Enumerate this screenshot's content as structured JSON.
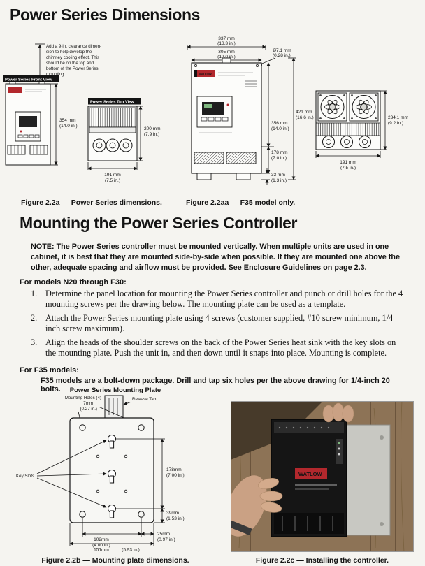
{
  "page_title": "Power Series Dimensions",
  "section_title": "Mounting the Power Series Controller",
  "fig_a": {
    "note_lines": [
      "Add a 9-in. clearance dimen-",
      "sion to help develop the",
      "chimney cooling effect. This",
      "should be on the top and",
      "bottom of the Power Series",
      "mounting"
    ],
    "front_view_label": "Power Series Front View",
    "top_view_label": "Power Series Top View",
    "dims": {
      "h354": "354 mm",
      "h354_in": "(14.0 in.)",
      "d200": "200 mm",
      "d200_in": "(7.9 in.)",
      "w191": "191 mm",
      "w191_in": "(7.5 in.)"
    },
    "caption": "Figure 2.2a — Power Series dimensions."
  },
  "fig_aa": {
    "brand": "WATLOW",
    "dims": {
      "w337": "337 mm",
      "w337_in": "(13.3 in.)",
      "w305": "305 mm",
      "w305_in": "(12.0 in.)",
      "hole": "Ø7.1 mm",
      "hole_in": "(0.28 in.)",
      "h421": "421 mm",
      "h421_in": "(16.6 in.)",
      "h356": "356 mm",
      "h356_in": "(14.0 in.)",
      "h178": "178 mm",
      "h178_in": "(7.0 in.)",
      "h33": "33 mm",
      "h33_in": "(1.3 in.)",
      "h234": "234.1 mm",
      "h234_in": "(9.2 in.)",
      "w191": "191 mm",
      "w191_in": "(7.5 in.)"
    },
    "caption": "Figure 2.2aa — F35 model only."
  },
  "mounting": {
    "note": "NOTE: The Power Series controller must be mounted vertically. When multiple units are used in one cabinet, it is best that they are mounted side-by-side when possible. If they are mounted one above the other, adequate spacing and airflow must be provided. See Enclosure Guidelines on page 2.3.",
    "models_header": "For models N20 through F30:",
    "steps": [
      {
        "num": "1.",
        "text": "Determine the panel location for mounting the Power Series controller and punch or drill holes for the 4 mounting screws per the drawing below. The mounting plate can be used as a template."
      },
      {
        "num": "2.",
        "text": "Attach the Power Series mounting plate using 4 screws (customer supplied, #10 screw minimum, 1/4 inch screw maximum)."
      },
      {
        "num": "3.",
        "text": "Align the heads of the shoulder screws on the back of the Power Series heat sink with the key slots on the mounting plate. Push the unit in, and then down until it snaps into place. Mounting is complete."
      }
    ],
    "f35_header": "For F35 models:",
    "f35_text": "F35 models are a bolt-down package. Drill and tap six holes per the above drawing for 1/4-inch 20 bolts."
  },
  "fig_b": {
    "title": "Power Series Mounting Plate",
    "labels": {
      "mounting_holes_1": "Mounting Holes (4)",
      "mounting_holes_2": "7mm",
      "mounting_holes_3": "(0.27 in.)",
      "release_tab": "Release Tab",
      "key_slots": "Key Slots"
    },
    "dims": {
      "h178": "178mm",
      "h178_in": "(7.00 in.)",
      "h39": "39mm",
      "h39_in": "(1.53 in.)",
      "w25": "25mm",
      "w25_in": "(0.97 in.)",
      "w102": "102mm",
      "w102_in": "(4.00 in.)",
      "w151": "151mm",
      "w151_in": "(5.93 in.)"
    },
    "caption": "Figure 2.2b — Mounting plate dimensions."
  },
  "fig_c": {
    "brand": "WATLOW",
    "caption": "Figure 2.2c — Installing the controller."
  }
}
